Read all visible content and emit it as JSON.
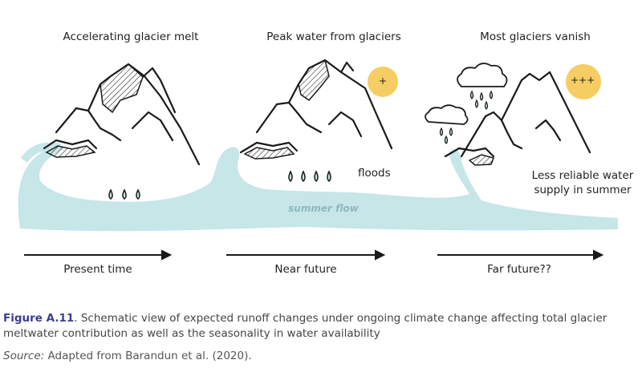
{
  "panels": [
    {
      "title": "Accelerating glacier melt",
      "time": "Present time"
    },
    {
      "title": "Peak water from glaciers",
      "time": "Near future",
      "sun_label": "+",
      "note": "floods"
    },
    {
      "title": "Most glaciers vanish",
      "time": "Far future??",
      "sun_label": "+++",
      "note_line1": "Less reliable water",
      "note_line2": "supply in summer"
    }
  ],
  "river_label": "summer flow",
  "caption": {
    "figure_number": "Figure A.11",
    "text": ". Schematic view of expected runoff changes under ongoing climate change affecting total glacier meltwater contribution as well as the seasonality in water availability",
    "source_label": "Source:",
    "source_text": " Adapted from Barandun et al. (2020)."
  },
  "colors": {
    "water": "#c6e6e8",
    "sun": "#f6cd63",
    "ink": "#1a1a1a",
    "figure_label": "#3b3f8f"
  }
}
